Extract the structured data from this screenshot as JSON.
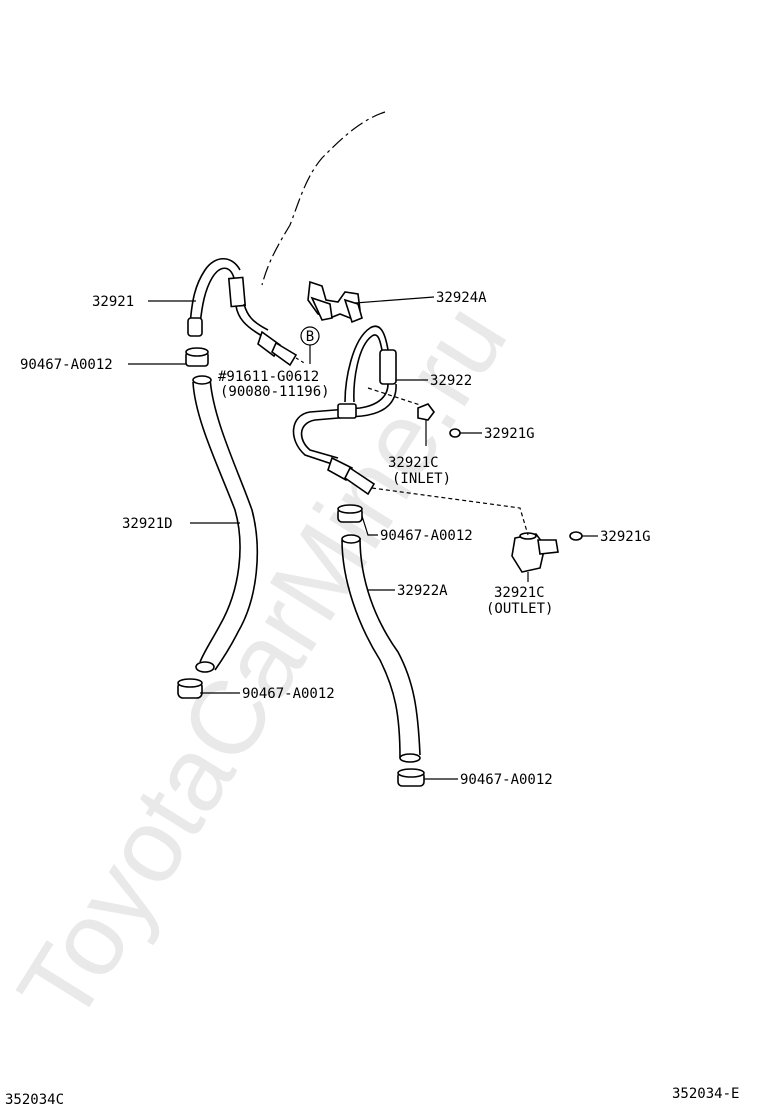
{
  "watermark": "ToyotaCarMine.ru",
  "callouts": {
    "p32921": "32921",
    "p90467_a": "90467-A0012",
    "p32924A": "32924A",
    "b_marker": "B",
    "p91611": "#91611-G0612",
    "p90080": "(90080-11196)",
    "p32922": "32922",
    "p32921G_1": "32921G",
    "p32921C_in": "32921C",
    "inlet": "(INLET)",
    "p32921D": "32921D",
    "p90467_b": "90467-A0012",
    "p32921G_2": "32921G",
    "p32922A": "32922A",
    "p32921C_out": "32921C",
    "outlet": "(OUTLET)",
    "p90467_c": "90467-A0012",
    "p90467_d": "90467-A0012"
  },
  "footer": {
    "left_code": "352034C",
    "right_code": "352034-E"
  }
}
